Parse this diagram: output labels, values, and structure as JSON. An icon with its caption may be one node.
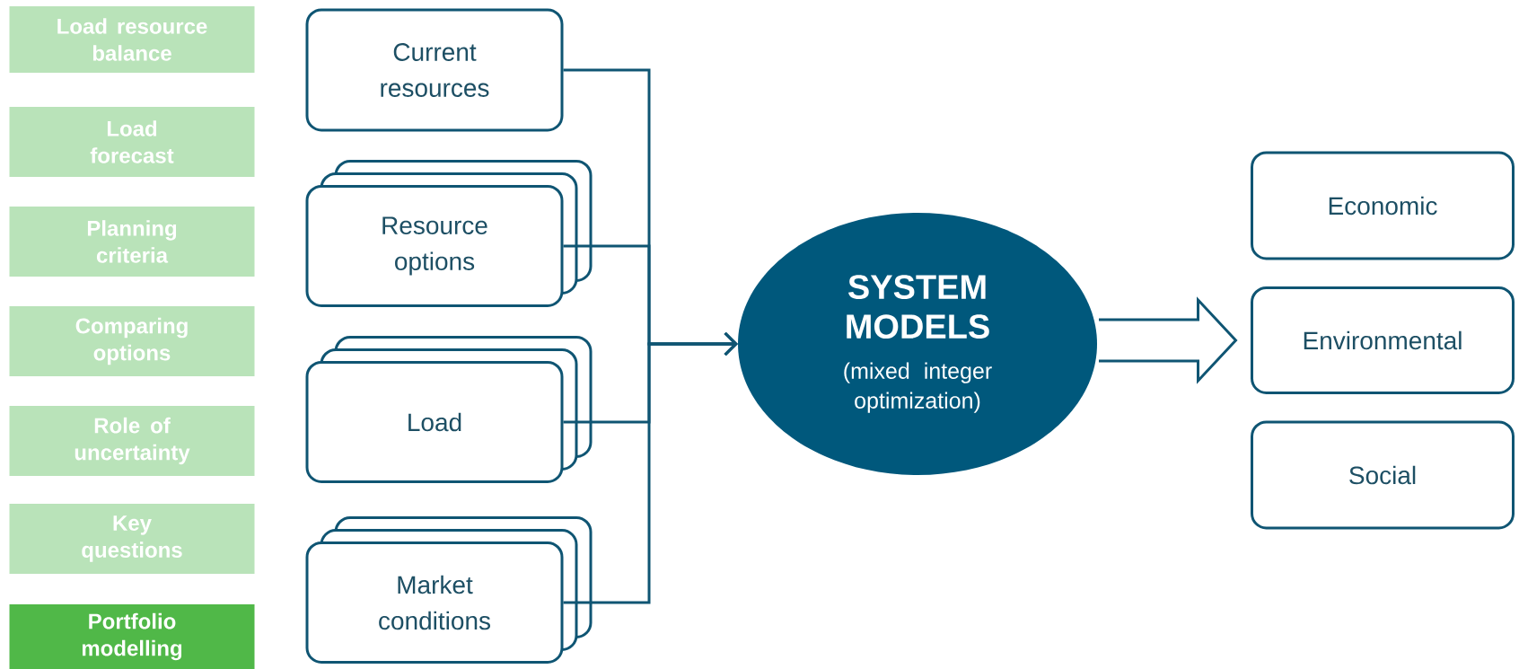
{
  "diagram": {
    "nodes": [
      {
        "text": [
          "Load resource balance"
        ]
      },
      {
        "text": [
          "Load forecast"
        ]
      },
      {
        "text": [
          "Planning criteria"
        ]
      },
      {
        "text": [
          "Comparing options"
        ]
      },
      {
        "text": [
          "Role of uncertainty"
        ]
      },
      {
        "text": [
          "Key questions"
        ]
      },
      {
        "text": [
          "Portfolio modelling"
        ]
      },
      {
        "text": [
          "Current resources"
        ]
      },
      {
        "text": [
          "Resource options"
        ]
      },
      {
        "text": [
          "Load"
        ]
      },
      {
        "text": [
          "Market conditions"
        ]
      },
      {
        "text": [
          "SYSTEM MODELS",
          "(mixed integer optimization)"
        ]
      },
      {
        "text": [
          "Economic"
        ]
      },
      {
        "text": [
          "Environmental"
        ]
      },
      {
        "text": [
          "Social"
        ]
      }
    ],
    "edges": [
      {
        "from": 7,
        "to": 11,
        "arrow": "to"
      },
      {
        "from": 8,
        "to": 11,
        "arrow": "to"
      },
      {
        "from": 9,
        "to": 11,
        "arrow": "to"
      },
      {
        "from": 10,
        "to": 11,
        "arrow": "to"
      },
      {
        "from": 11,
        "to": 13,
        "arrow": "to",
        "style": "thick"
      }
    ]
  }
}
